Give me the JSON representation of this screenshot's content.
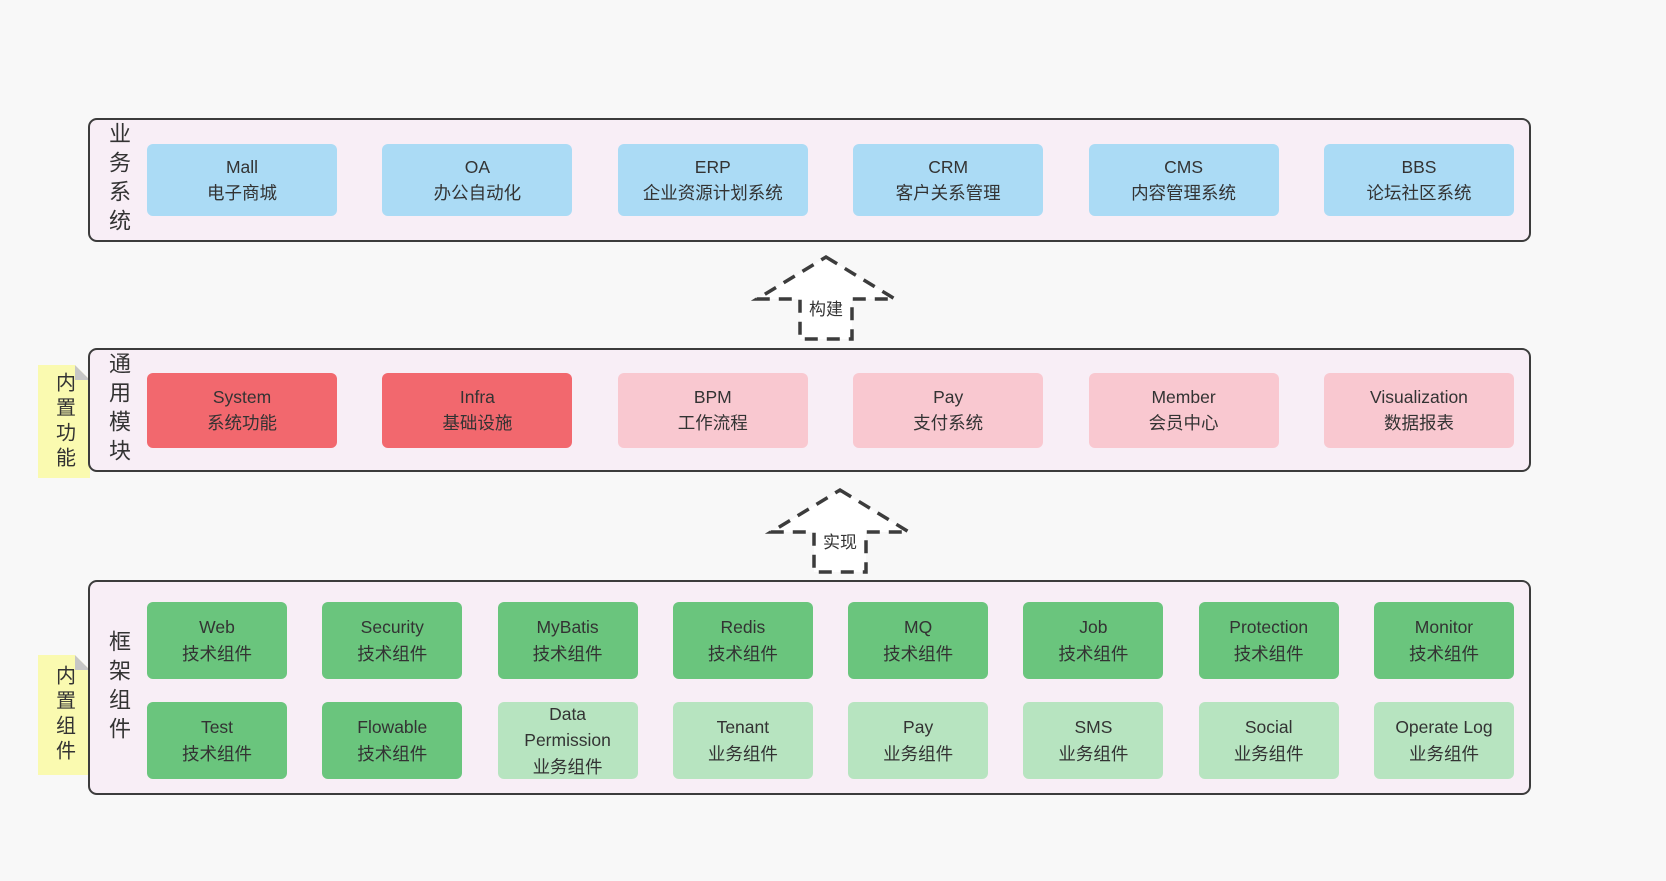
{
  "layers": {
    "business": {
      "label": "业务系统",
      "boxes": [
        {
          "title": "Mall",
          "subtitle": "电子商城"
        },
        {
          "title": "OA",
          "subtitle": "办公自动化"
        },
        {
          "title": "ERP",
          "subtitle": "企业资源计划系统"
        },
        {
          "title": "CRM",
          "subtitle": "客户关系管理"
        },
        {
          "title": "CMS",
          "subtitle": "内容管理系统"
        },
        {
          "title": "BBS",
          "subtitle": "论坛社区系统"
        }
      ]
    },
    "modules": {
      "label": "通用模块",
      "note": "内置功能",
      "boxes": [
        {
          "title": "System",
          "subtitle": "系统功能",
          "variant": "red"
        },
        {
          "title": "Infra",
          "subtitle": "基础设施",
          "variant": "red"
        },
        {
          "title": "BPM",
          "subtitle": "工作流程",
          "variant": "pink"
        },
        {
          "title": "Pay",
          "subtitle": "支付系统",
          "variant": "pink"
        },
        {
          "title": "Member",
          "subtitle": "会员中心",
          "variant": "pink"
        },
        {
          "title": "Visualization",
          "subtitle": "数据报表",
          "variant": "pink"
        }
      ]
    },
    "framework": {
      "label": "框架组件",
      "note": "内置组件",
      "rows": [
        [
          {
            "title": "Web",
            "subtitle": "技术组件",
            "variant": "green"
          },
          {
            "title": "Security",
            "subtitle": "技术组件",
            "variant": "green"
          },
          {
            "title": "MyBatis",
            "subtitle": "技术组件",
            "variant": "green"
          },
          {
            "title": "Redis",
            "subtitle": "技术组件",
            "variant": "green"
          },
          {
            "title": "MQ",
            "subtitle": "技术组件",
            "variant": "green"
          },
          {
            "title": "Job",
            "subtitle": "技术组件",
            "variant": "green"
          },
          {
            "title": "Protection",
            "subtitle": "技术组件",
            "variant": "green"
          },
          {
            "title": "Monitor",
            "subtitle": "技术组件",
            "variant": "green"
          }
        ],
        [
          {
            "title": "Test",
            "subtitle": "技术组件",
            "variant": "green"
          },
          {
            "title": "Flowable",
            "subtitle": "技术组件",
            "variant": "green"
          },
          {
            "title": "Data Permission",
            "subtitle": "业务组件",
            "variant": "light-green"
          },
          {
            "title": "Tenant",
            "subtitle": "业务组件",
            "variant": "light-green"
          },
          {
            "title": "Pay",
            "subtitle": "业务组件",
            "variant": "light-green"
          },
          {
            "title": "SMS",
            "subtitle": "业务组件",
            "variant": "light-green"
          },
          {
            "title": "Social",
            "subtitle": "业务组件",
            "variant": "light-green"
          },
          {
            "title": "Operate Log",
            "subtitle": "业务组件",
            "variant": "light-green"
          }
        ]
      ]
    }
  },
  "arrows": {
    "build": "构建",
    "implement": "实现"
  },
  "colors": {
    "page_bg": "#f8f8f8",
    "container_bg": "#f8eef6",
    "container_border": "#3c3c3c",
    "box_blue": "#abdbf5",
    "box_red": "#f2686e",
    "box_pink": "#f9c8d0",
    "box_green": "#6ac57d",
    "box_light_green": "#b7e4c0",
    "note_yellow": "#fafab0",
    "text": "#333333"
  }
}
